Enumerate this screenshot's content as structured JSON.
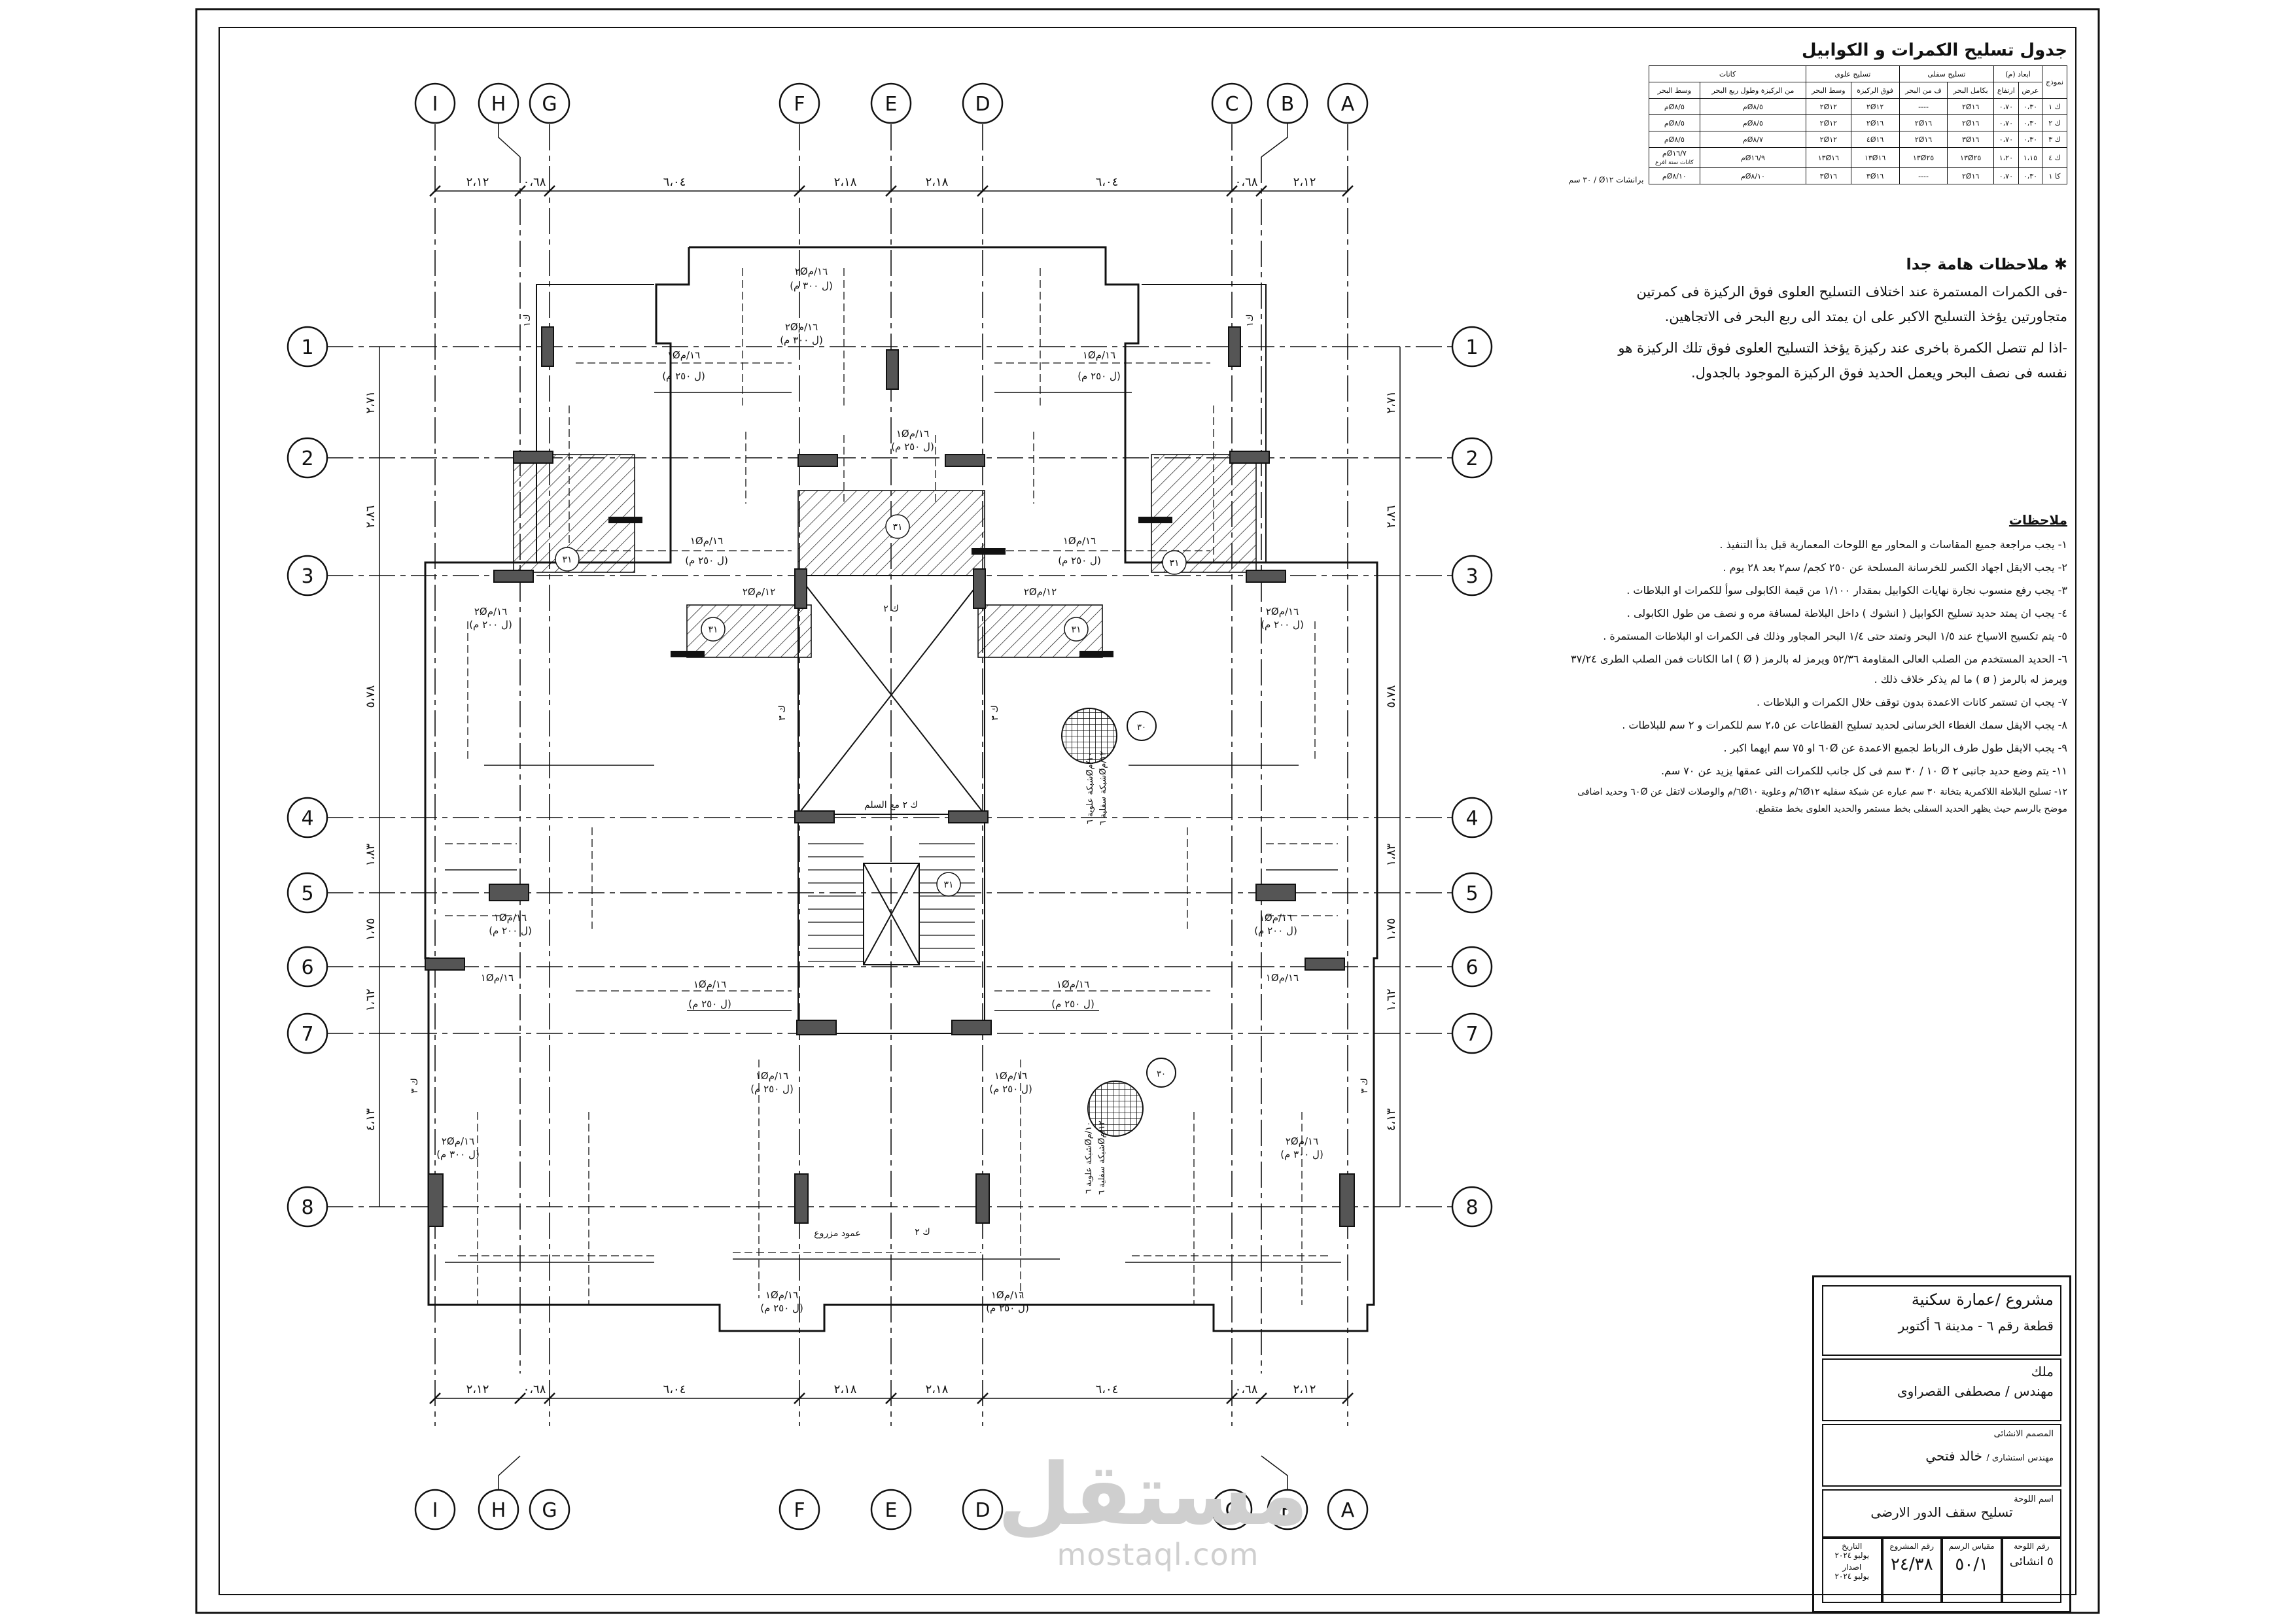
{
  "grid": {
    "letters": [
      "I",
      "H",
      "G",
      "F",
      "E",
      "D",
      "C",
      "B",
      "A"
    ],
    "numbers": [
      "1",
      "2",
      "3",
      "4",
      "5",
      "6",
      "7",
      "8"
    ],
    "dims_horizontal": [
      "٢،١٢",
      "٠،٦٨",
      "٦،٠٤",
      "٢،١٨",
      "٢،١٨",
      "٦،٠٤",
      "٠،٦٨",
      "٢،١٢"
    ],
    "dims_vertical": [
      "٢،٧١",
      "٢،٨٦",
      "٥،٧٨",
      "١،٨٣",
      "١،٧٥",
      "١،٦٢",
      "٤،١٣"
    ]
  },
  "beam_table": {
    "title": "جدول تسليح الكمرات و الكوابيل",
    "group_headers": [
      "نموذج",
      "ابعاد (م)",
      "تسليح سفلى",
      "تسليح علوى",
      "كانات"
    ],
    "sub_headers": [
      "",
      "عرض",
      "ارتفاع",
      "بكامل البحر",
      "ف من البحر",
      "فوق الركيزة",
      "وسط البحر",
      "من الركيزة وطول ربع البحر",
      "وسط البحر"
    ],
    "rows": [
      [
        "ك ١",
        "٠،٣٠",
        "٠،٧٠",
        "٢Ø١٦",
        "----",
        "٢Ø١٢",
        "٢Ø١٢",
        "٥/Ø٨م",
        "٥/Ø٨م"
      ],
      [
        "ك ٢",
        "٠،٣٠",
        "٠،٧٠",
        "٢Ø١٦",
        "٢Ø١٦",
        "٢Ø١٦",
        "٢Ø١٢",
        "٥/Ø٨م",
        "٥/Ø٨م"
      ],
      [
        "ك ٣",
        "٠،٣٠",
        "٠،٧٠",
        "٣Ø١٦",
        "٢Ø١٦",
        "٤Ø١٦",
        "٢Ø١٢",
        "٧/Ø٨م",
        "٥/Ø٨م"
      ],
      [
        "ك ٤",
        "١،١٥",
        "١،٢٠",
        "١٣Ø٢٥",
        "١٣Ø٢٥",
        "١٣Ø١٦",
        "١٣Ø١٦",
        "٩/Ø١٦م",
        "٧/Ø١٦م"
      ],
      [
        "كا ١",
        "٠،٣٠",
        "٠،٧٠",
        "٢Ø١٦",
        "----",
        "٣Ø١٦",
        "٣Ø١٦",
        "١٠/Ø٨م",
        "١٠/Ø٨م"
      ]
    ],
    "row4_note": "برانشات Ø١٢ / ٣٠ سم",
    "row4_subnote": "كانات ستة افرع"
  },
  "important_notes": {
    "heading": "ملاحظات هامة جدا",
    "items": [
      "-فى الكمرات المستمرة عند اختلاف التسليح العلوى فوق الركيزة فى كمرتين متجاورتين يؤخذ التسليح الاكبر على ان يمتد الى ربع البحر فى الاتجاهين.",
      "-اذا لم تتصل الكمرة باخرى عند ركيزة يؤخذ التسليح العلوى فوق تلك الركيزة هو نفسه فى نصف البحر ويعمل الحديد فوق الركيزة الموجود بالجدول."
    ]
  },
  "notes": {
    "heading": "ملاحظات",
    "items": [
      "١- يجب مراجعة جميع المقاسات و المحاور مع اللوحات المعمارية قبل بدأ التنفيذ .",
      "٢- يجب الايقل اجهاد الكسر للخرسانة المسلحة عن ٢٥٠ كجم/ سم٢ بعد ٢٨ يوم .",
      "٣- يجب رفع منسوب نجارة نهايات الكوابيل بمقدار ١/١٠٠ من قيمة الكابولى سوأ للكمرات او البلاطات .",
      "٤- يجب ان يمتد حديد تسليح الكوابيل ( انشوك ) داخل البلاطة لمسافة مره و نصف من طول الكابولى .",
      "٥- يتم تكسيح الاسياخ عند ١/٥ البحر وتمتد حتى ١/٤ البحر المجاور وذلك فى الكمرات او البلاطات المستمرة .",
      "٦- الحديد المستخدم من الصلب العالى المقاومة ٥٢/٣٦ ويرمز له بالرمز ( Ø ) اما الكانات فمن الصلب الطرى ٣٧/٢٤ ويرمز له بالرمز ( ø ) ما لم يذكر خلاف ذلك .",
      "٧- يجب ان تستمر كانات الاعمدة بدون توقف خلال الكمرات و البلاطات .",
      "٨- يجب الايقل سمك الغطاء الخرسانى لحديد تسليح القطاعات عن ٢،٥ سم للكمرات و ٢ سم للبلاطات .",
      "٩- يجب الايقل طول طرف الرباط لجميع الاعمدة عن ٦٠Ø او ٧٥ سم ايهما اكبر .",
      "١١- يتم وضع حديد جانبى ٢ Ø ١٠ / ٣٠ سم فى كل جانب للكمرات التى عمقها يزيد عن ٧٠ سم.",
      "١٢- تسليح البلاطة اللاكمرية بتخانة ٣٠ سم عباره عن شبكة سفليه ٦Ø١٢/م وعلوية ٦Ø١٠/م والوصلات لاتقل عن ٦٠Ø وحديد اضافى موضح بالرسم حيث يظهر الحديد السفلى بخط مستمر والحديد العلوى بخط متقطع."
    ]
  },
  "plan_labels": {
    "stair_label": "ك ٢ مع السلم",
    "mesh_label_1": "شبكة علوية ٦Ø١٠/م",
    "mesh_label_2": "شبكة سفلية ٦Ø١٢/م",
    "slab_tag": "٣٠",
    "beam_k2": "ك ٢",
    "beam_k1": "ك١",
    "beam_k3": "ك ٣",
    "column_tag": "عمود مزروع",
    "rebar_a": "٢Ø١٦/م",
    "rebar_b": "(ل ٣٠٠ م)",
    "rebar_c": "١Ø١٦/م",
    "rebar_d": "(ل ٢٥٠ م)",
    "rebar_e": "٢Ø١٢/م",
    "rebar_f": "(ل ٢٠٠ م)",
    "cant_tag": "٣١"
  },
  "title_block": {
    "project_label": "مشروع /",
    "project_value": "عمارة سكنية",
    "plot": "قطعة رقم ٦ - مدينة ٦ أكتوبر",
    "owner_label": "ملك",
    "engineer": "مهندس / مصطفى القصراوى",
    "designer_label": "المصمم الانشائى",
    "designer_prefix": "مهندس استشارى /",
    "designer_name": "خالد فتحي",
    "sheet_name_label": "اسم اللوحة",
    "sheet_name": "تسليح سقف الدور الارضى",
    "sheet_no_label": "رقم اللوحة",
    "sheet_no": "٥ انشائى",
    "scale_label": "مقياس الرسم",
    "scale": "٥٠/١",
    "project_no_label": "رقم المشروع",
    "project_no": "٢٤/٣٨",
    "date_label": "التاريخ",
    "date": "يوليو ٢٠٢٤",
    "issue_label": "اصدار",
    "issue": "يوليو ٢٠٢٤"
  },
  "watermark": {
    "arabic": "مستقل",
    "latin": "mostaql.com"
  }
}
